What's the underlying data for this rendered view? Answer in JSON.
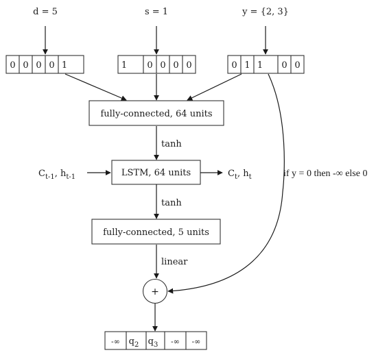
{
  "inputs": {
    "d": {
      "label": "d = 5",
      "bits": [
        "0",
        "0",
        "0",
        "0",
        "1"
      ]
    },
    "s": {
      "label": "s = 1",
      "bits": [
        "1",
        "0",
        "0",
        "0",
        "0"
      ]
    },
    "y": {
      "label": "y = {2, 3}",
      "bits": [
        "0",
        "1",
        "1",
        "0",
        "0"
      ]
    }
  },
  "layers": {
    "fc1": "fully-connected, 64 units",
    "act1": "tanh",
    "lstm": "LSTM, 64 units",
    "act2": "tanh",
    "fc2": "fully-connected, 5 units",
    "act3": "linear"
  },
  "state": {
    "in_c": "C",
    "in_c_sub": "t-1",
    "in_sep": ", ",
    "in_h": "h",
    "in_h_sub": "t-1",
    "out_c": "C",
    "out_c_sub": "t",
    "out_sep": ", ",
    "out_h": "h",
    "out_h_sub": "t"
  },
  "mask_label": "if y = 0 then -∞ else 0",
  "sum_symbol": "+",
  "output": [
    {
      "main": "-∞"
    },
    {
      "main": "q",
      "sub": "2"
    },
    {
      "main": "q",
      "sub": "3"
    },
    {
      "main": "-∞"
    },
    {
      "main": "-∞"
    }
  ]
}
